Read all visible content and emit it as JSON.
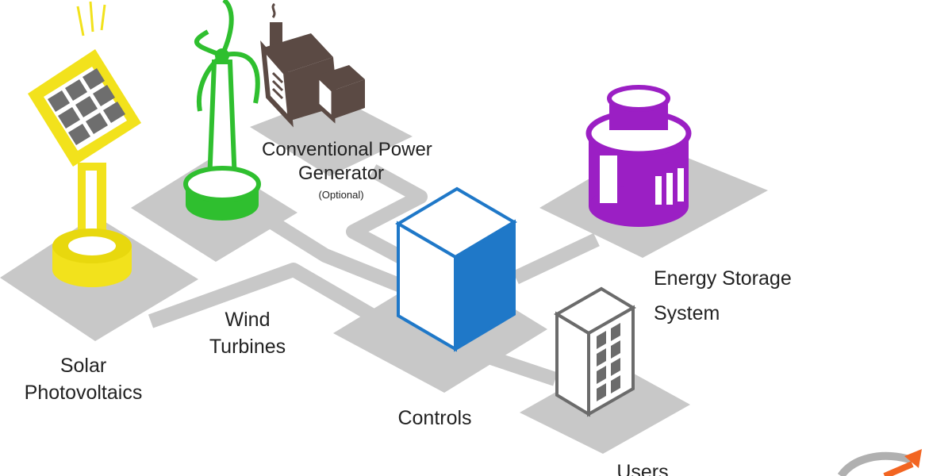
{
  "colors": {
    "solar": "#f2e21c",
    "wind": "#2fbf2f",
    "generator": "#5b4a44",
    "controls": "#1f78c8",
    "storage": "#9b1fc4",
    "users": "#6b6b6b",
    "platform": "#c8c8c8",
    "logo_accent": "#f26522"
  },
  "labels": {
    "generator_line1": "Conventional Power",
    "generator_line2": "Generator",
    "generator_note": "(Optional)",
    "wind_line1": "Wind",
    "wind_line2": "Turbines",
    "solar_line1": "Solar",
    "solar_line2": "Photovoltaics",
    "controls": "Controls",
    "storage_line1": "Energy Storage",
    "storage_line2": "System",
    "users": "Users"
  },
  "icons": [
    "solar-panel-icon",
    "wind-turbine-icon",
    "generator-icon",
    "controls-cube-icon",
    "energy-storage-icon",
    "building-icon",
    "logo-icon"
  ]
}
